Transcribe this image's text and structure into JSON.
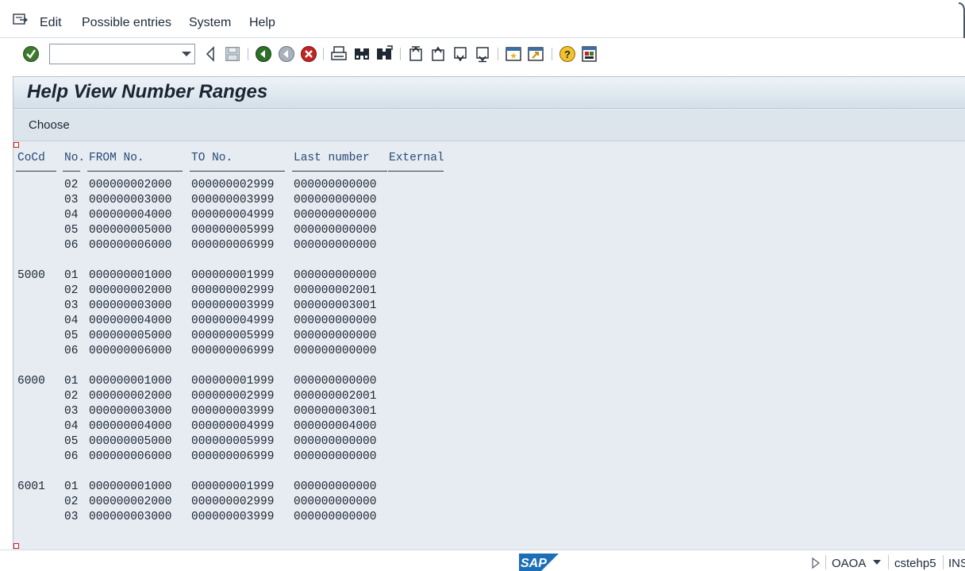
{
  "menubar": {
    "items": [
      {
        "label": "Edit"
      },
      {
        "label": "Possible entries"
      },
      {
        "label": "System"
      },
      {
        "label": "Help"
      }
    ]
  },
  "toolbar": {
    "command_field_value": "",
    "icons": [
      "enter-icon",
      "back-icon",
      "save-icon",
      "back-green-icon",
      "exit-icon",
      "cancel-icon",
      "print-icon",
      "find-icon",
      "find-next-icon",
      "first-page-icon",
      "previous-page-icon",
      "next-page-icon",
      "last-page-icon",
      "create-session-icon",
      "shortcut-icon",
      "help-icon",
      "customize-layout-icon"
    ]
  },
  "screen": {
    "title": "Help View Number Ranges",
    "app_button": "Choose"
  },
  "list": {
    "headers": [
      "CoCd",
      "No.",
      "FROM No.",
      "TO No.",
      "Last number",
      "External"
    ],
    "rows": [
      {
        "cocd": "",
        "no": "02",
        "from": "000000002000",
        "to": "000000002999",
        "last": "000000000000"
      },
      {
        "cocd": "",
        "no": "03",
        "from": "000000003000",
        "to": "000000003999",
        "last": "000000000000"
      },
      {
        "cocd": "",
        "no": "04",
        "from": "000000004000",
        "to": "000000004999",
        "last": "000000000000"
      },
      {
        "cocd": "",
        "no": "05",
        "from": "000000005000",
        "to": "000000005999",
        "last": "000000000000"
      },
      {
        "cocd": "",
        "no": "06",
        "from": "000000006000",
        "to": "000000006999",
        "last": "000000000000"
      },
      {
        "cocd": "5000",
        "no": "01",
        "from": "000000001000",
        "to": "000000001999",
        "last": "000000000000"
      },
      {
        "cocd": "",
        "no": "02",
        "from": "000000002000",
        "to": "000000002999",
        "last": "000000002001"
      },
      {
        "cocd": "",
        "no": "03",
        "from": "000000003000",
        "to": "000000003999",
        "last": "000000003001"
      },
      {
        "cocd": "",
        "no": "04",
        "from": "000000004000",
        "to": "000000004999",
        "last": "000000000000"
      },
      {
        "cocd": "",
        "no": "05",
        "from": "000000005000",
        "to": "000000005999",
        "last": "000000000000"
      },
      {
        "cocd": "",
        "no": "06",
        "from": "000000006000",
        "to": "000000006999",
        "last": "000000000000"
      },
      {
        "cocd": "6000",
        "no": "01",
        "from": "000000001000",
        "to": "000000001999",
        "last": "000000000000"
      },
      {
        "cocd": "",
        "no": "02",
        "from": "000000002000",
        "to": "000000002999",
        "last": "000000002001"
      },
      {
        "cocd": "",
        "no": "03",
        "from": "000000003000",
        "to": "000000003999",
        "last": "000000003001"
      },
      {
        "cocd": "",
        "no": "04",
        "from": "000000004000",
        "to": "000000004999",
        "last": "000000004000"
      },
      {
        "cocd": "",
        "no": "05",
        "from": "000000005000",
        "to": "000000005999",
        "last": "000000000000"
      },
      {
        "cocd": "",
        "no": "06",
        "from": "000000006000",
        "to": "000000006999",
        "last": "000000000000"
      },
      {
        "cocd": "6001",
        "no": "01",
        "from": "000000001000",
        "to": "000000001999",
        "last": "000000000000"
      },
      {
        "cocd": "",
        "no": "02",
        "from": "000000002000",
        "to": "000000002999",
        "last": "000000000000"
      },
      {
        "cocd": "",
        "no": "03",
        "from": "000000003000",
        "to": "000000003999",
        "last": "000000000000"
      }
    ]
  },
  "statusbar": {
    "logo_text": "SAP",
    "transaction": "OAOA",
    "server": "cstehp5",
    "mode": "INS"
  },
  "colors": {
    "header_text": "#2a4a77",
    "frame_bg": "#e6ecf2",
    "marker": "#d31b1b",
    "sap_blue": "#1c6fb7"
  }
}
